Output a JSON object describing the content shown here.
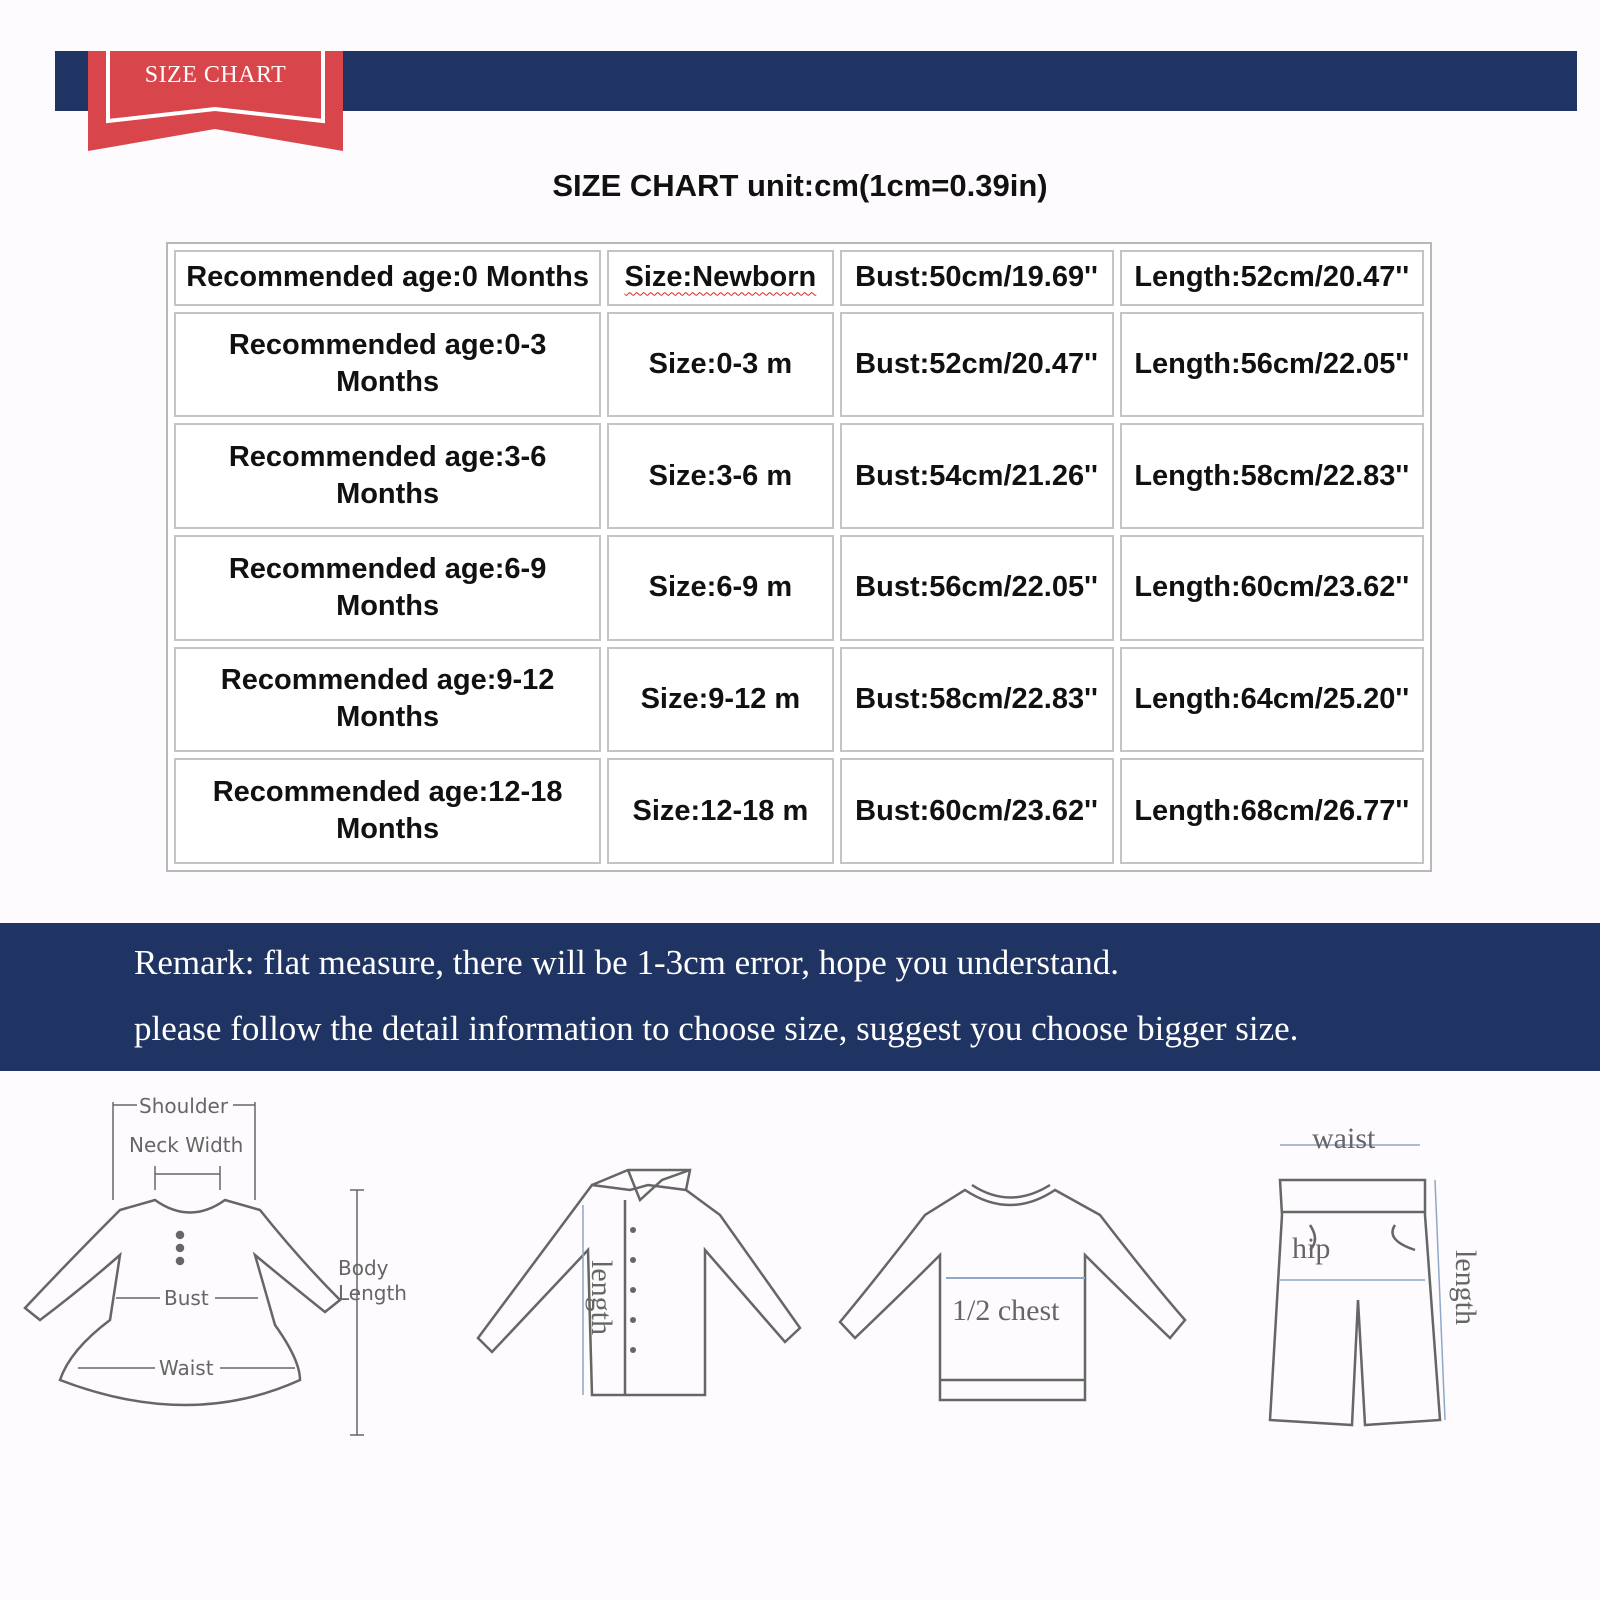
{
  "header": {
    "badge": "SIZE CHART",
    "colors": {
      "navy": "#1f3462",
      "red": "#d8454a"
    }
  },
  "chart_title": "SIZE CHART unit:cm(1cm=0.39in)",
  "size_table": {
    "rows": [
      {
        "age": "Recommended age:0 Months",
        "size": "Size:Newborn",
        "bust": "Bust:50cm/19.69''",
        "length": "Length:52cm/20.47''"
      },
      {
        "age": "Recommended age:0-3 Months",
        "size": "Size:0-3 m",
        "bust": "Bust:52cm/20.47''",
        "length": "Length:56cm/22.05''"
      },
      {
        "age": "Recommended age:3-6 Months",
        "size": "Size:3-6 m",
        "bust": "Bust:54cm/21.26''",
        "length": "Length:58cm/22.83''"
      },
      {
        "age": "Recommended age:6-9 Months",
        "size": "Size:6-9 m",
        "bust": "Bust:56cm/22.05''",
        "length": "Length:60cm/23.62''"
      },
      {
        "age": "Recommended age:9-12 Months",
        "size": "Size:9-12 m",
        "bust": "Bust:58cm/22.83''",
        "length": "Length:64cm/25.20''"
      },
      {
        "age": "Recommended age:12-18 Months",
        "size": "Size:12-18 m",
        "bust": "Bust:60cm/23.62''",
        "length": "Length:68cm/26.77''"
      }
    ]
  },
  "remark": {
    "line1": "Remark: flat measure, there will be 1-3cm error, hope you understand.",
    "line2": "please follow the detail information to choose size, suggest you choose bigger size."
  },
  "diagrams": {
    "dress": {
      "shoulder": "Shoulder",
      "neck_width": "Neck Width",
      "bust": "Bust",
      "waist": "Waist",
      "body_length_1": "Body",
      "body_length_2": "Length"
    },
    "shirt": {
      "length": "length"
    },
    "sweater": {
      "chest": "1/2 chest"
    },
    "pants": {
      "waist": "waist",
      "hip": "hip",
      "length": "length"
    }
  }
}
